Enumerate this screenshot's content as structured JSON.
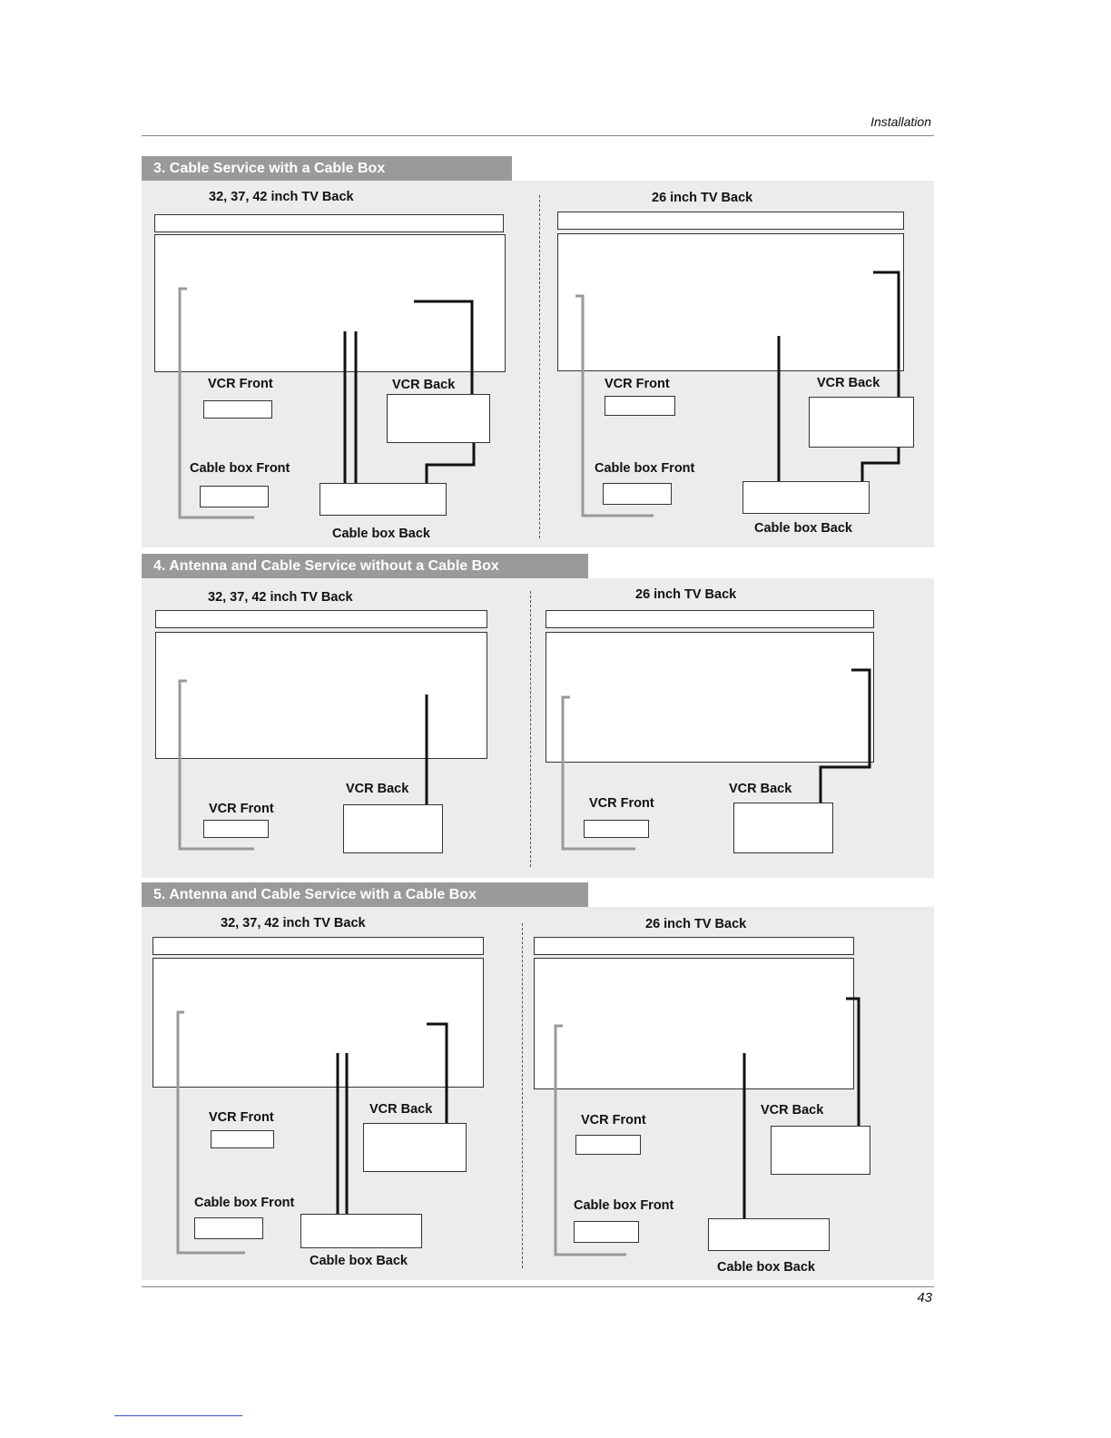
{
  "header": {
    "section": "Installation"
  },
  "sections": [
    {
      "title": "3. Cable Service with a Cable Box",
      "left": {
        "tv": "32, 37, 42 inch TV Back",
        "vcr_front": "VCR Front",
        "vcr_back": "VCR Back",
        "box_front": "Cable box Front",
        "box_back": "Cable box Back"
      },
      "right": {
        "tv": "26 inch TV Back",
        "vcr_front": "VCR Front",
        "vcr_back": "VCR Back",
        "box_front": "Cable box Front",
        "box_back": "Cable box Back"
      }
    },
    {
      "title": "4. Antenna and Cable Service without a Cable Box",
      "left": {
        "tv": "32, 37, 42 inch TV Back",
        "vcr_front": "VCR Front",
        "vcr_back": "VCR Back"
      },
      "right": {
        "tv": "26 inch TV Back",
        "vcr_front": "VCR Front",
        "vcr_back": "VCR Back"
      }
    },
    {
      "title": "5. Antenna and Cable Service with a Cable Box",
      "left": {
        "tv": "32, 37, 42 inch TV Back",
        "vcr_front": "VCR Front",
        "vcr_back": "VCR Back",
        "box_front": "Cable box Front",
        "box_back": "Cable box Back"
      },
      "right": {
        "tv": "26 inch TV Back",
        "vcr_front": "VCR Front",
        "vcr_back": "VCR Back",
        "box_front": "Cable box Front",
        "box_back": "Cable box Back"
      }
    }
  ],
  "page_number": "43"
}
